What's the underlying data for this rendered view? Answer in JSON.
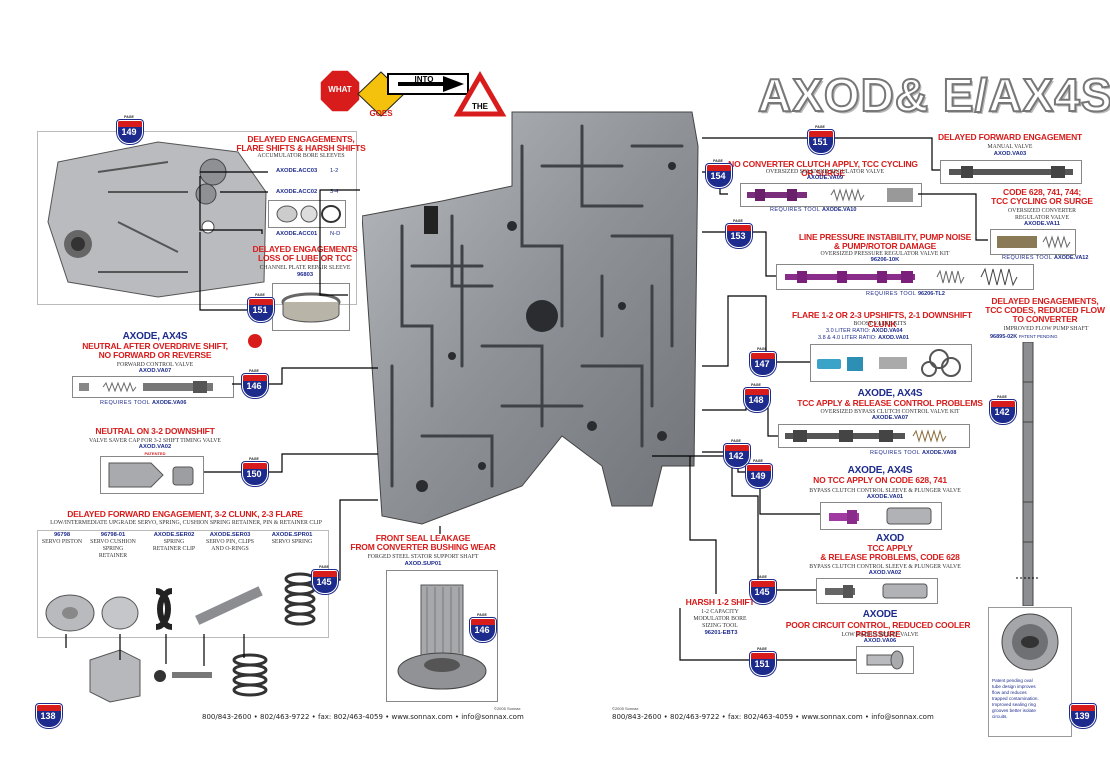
{
  "title": "AXOD& E/AX4S",
  "signs": {
    "what": "WHAT",
    "goes": "GOES",
    "into": "INTO",
    "the": "THE"
  },
  "page_label": "PAGE",
  "page_nums": {
    "p149": "149",
    "p151a": "151",
    "p146a": "146",
    "p150": "150",
    "p145a": "145",
    "p146b": "146",
    "p151b": "151",
    "p154": "154",
    "p153": "153",
    "p147": "147",
    "p148": "148",
    "p142a": "142",
    "p149b": "149",
    "p145b": "145",
    "p151c": "151",
    "p142b": "142",
    "p138": "138",
    "p139": "139"
  },
  "left": {
    "acc": {
      "heading": "DELAYED ENGAGEMENTS,\nFLARE SHIFTS & HARSH SHIFTS",
      "sub": "ACCUMULATOR BORE SLEEVES",
      "p1": "AXODE.ACC03",
      "p1v": "1-2",
      "p2": "AXODE.ACC02",
      "p2v": "3-4",
      "p3": "AXODE.ACC01",
      "p3v": "N-D"
    },
    "lube": {
      "heading": "DELAYED ENGAGEMENTS\nLOSS OF LUBE OR TCC",
      "sub": "CHANNEL PLATE REPAIR SLEEVE",
      "part": "96803"
    },
    "forward": {
      "heading_blue": "AXODE, AX4S",
      "heading": "NEUTRAL AFTER OVERDRIVE SHIFT,\nNO FORWARD OR REVERSE",
      "sub": "FORWARD CONTROL VALVE",
      "part": "AXOD.VA07",
      "tool_prefix": "REQUIRES TOOL",
      "tool": "AXODE.VA06"
    },
    "neutral": {
      "heading": "NEUTRAL ON 3-2 DOWNSHIFT",
      "sub": "VALVE SAVER CAP FOR 3-2 SHIFT TIMING VALVE",
      "part": "AXOD.VA02",
      "patented": "PATENTED"
    },
    "servo": {
      "heading": "DELAYED FORWARD ENGAGEMENT, 3-2 CLUNK, 2-3 FLARE",
      "sub": "LOW/INTERMEDIATE UPGRADE SERVO, SPRING, CUSHION SPRING RETAINER, PIN & RETAINER CLIP",
      "cols": [
        {
          "part": "96798",
          "desc": "SERVO PISTON"
        },
        {
          "part": "96798-01",
          "desc": "SERVO CUSHION SPRING RETAINER"
        },
        {
          "part": "AXODE.SER02",
          "desc": "SPRING RETAINER CLIP"
        },
        {
          "part": "AXODE.SER03",
          "desc": "SERVO PIN, CLIPS AND O-RINGS"
        },
        {
          "part": "AXODE.SPR01",
          "desc": "SERVO SPRING"
        }
      ]
    },
    "seal": {
      "heading": "FRONT SEAL LEAKAGE\nFROM CONVERTER BUSHING WEAR",
      "sub": "FORGED STEEL STATOR SUPPORT SHAFT",
      "part": "AXOD.SUP01"
    }
  },
  "right": {
    "manual": {
      "heading": "DELAYED FORWARD ENGAGEMENT",
      "sub": "MANUAL VALVE",
      "part": "AXOD.VA03"
    },
    "solenoid": {
      "heading": "NO CONVERTER CLUTCH APPLY, TCC CYCLING OR SURGE",
      "sub": "OVERSIZED SOLENOID REGULATOR VALVE",
      "part": "AXODE.VA09",
      "tool_prefix": "REQUIRES TOOL",
      "tool": "AXODE.VA10"
    },
    "code": {
      "heading": "CODE 628, 741, 744;\nTCC CYCLING OR SURGE",
      "sub": "OVERSIZED CONVERTER\nREGULATOR VALVE",
      "part": "AXODE.VA11",
      "tool_prefix": "REQUIRES TOOL",
      "tool": "AXODE.VA12"
    },
    "line": {
      "heading": "LINE PRESSURE INSTABILITY, PUMP NOISE\n& PUMP/ROTOR DAMAGE",
      "sub": "OVERSIZED PRESSURE REGULATOR VALVE KIT",
      "part": "96206-10K",
      "tool_prefix": "REQUIRES TOOL",
      "tool": "96206-TL2"
    },
    "flare": {
      "heading": "FLARE 1-2 OR 2-3 UPSHIFTS, 2-1 DOWNSHIFT CLUNK",
      "sub": "BOOST VALVE KITS",
      "l1": "3.0 LITER RATIO:",
      "l1p": "AXOD.VA04",
      "l2": "3.8 & 4.0 LITER RATIO:",
      "l2p": "AXOD.VA01"
    },
    "bypass": {
      "heading_blue": "AXODE, AX4S",
      "heading": "TCC APPLY & RELEASE CONTROL PROBLEMS",
      "sub": "OVERSIZED BYPASS CLUTCH CONTROL VALVE KIT",
      "part": "AXODE.VA07",
      "tool_prefix": "REQUIRES TOOL",
      "tool": "AXODE.VA08"
    },
    "notcc": {
      "heading_blue": "AXODE, AX4S",
      "heading": "NO TCC APPLY ON CODE 628, 741",
      "sub": "BYPASS CLUTCH CONTROL SLEEVE & PLUNGER VALVE",
      "part": "AXODE.VA01"
    },
    "axod": {
      "heading_blue": "AXOD",
      "heading": "TCC APPLY\n& RELEASE PROBLEMS, CODE 628",
      "sub": "BYPASS CLUTCH CONTROL SLEEVE & PLUNGER VALVE",
      "part": "AXOD.VA02"
    },
    "harsh": {
      "heading": "HARSH 1-2 SHIFT",
      "sub": "1-2 CAPACITY\nMODULATOR BORE\nSIZING TOOL",
      "part": "96201-EBT3"
    },
    "cooler": {
      "heading_blue": "AXODE",
      "heading": "POOR CIRCUIT CONTROL, REDUCED COOLER PRESSURE",
      "sub": "LOW RADIUS RELIEF VALVE",
      "part": "AXOD.VA06"
    },
    "pump": {
      "heading": "DELAYED ENGAGEMENTS,\nTCC CODES, REDUCED FLOW\nTO CONVERTER",
      "sub": "IMPROVED FLOW PUMP SHAFT",
      "part": "96895-02K",
      "patent": "PATENT PENDING",
      "note": "Patent pending oval tube design improves flow and reduces trapped contamination. Improved sealing ring grooves better isolate circuits."
    }
  },
  "footer": {
    "copyright": "©2005 Sonnax",
    "contact": "800/843-2600 • 802/463-9722 • fax: 802/463-4059 • www.sonnax.com • info@sonnax.com"
  },
  "colors": {
    "red": "#d81c1c",
    "blue": "#1d2b8c",
    "yellow": "#f4c20d"
  }
}
